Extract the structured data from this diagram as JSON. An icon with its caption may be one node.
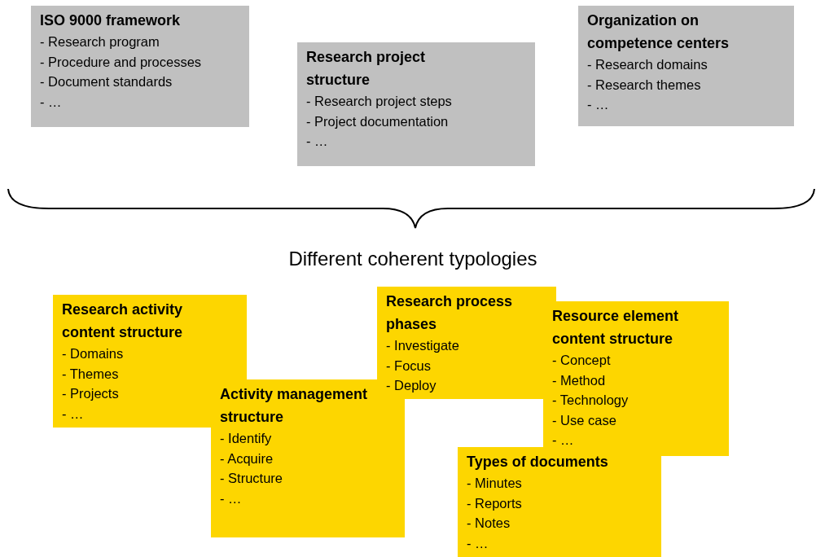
{
  "diagram": {
    "nodes": [
      {
        "text": [
          "ISO 9000 framework",
          "- Research program",
          "- Procedure and processes",
          "- Document standards",
          "- …"
        ]
      },
      {
        "text": [
          "Research project structure",
          "- Research project steps",
          "- Project documentation",
          "- …"
        ]
      },
      {
        "text": [
          "Organization on competence centers",
          "- Research domains",
          "- Research themes",
          "- …"
        ]
      },
      {
        "text": [
          "Research activity content structure",
          "- Domains",
          "- Themes",
          "- Projects",
          "- …"
        ]
      },
      {
        "text": [
          "Research process phases",
          "- Investigate",
          "- Focus",
          "- Deploy"
        ]
      },
      {
        "text": [
          "Resource element content structure",
          "- Concept",
          "- Method",
          "- Technology",
          "- Use case",
          "- …"
        ]
      },
      {
        "text": [
          "Activity management structure",
          "- Identify",
          "- Acquire",
          "- Structure",
          "- …"
        ]
      },
      {
        "text": [
          "Types of documents",
          "- Minutes",
          "- Reports",
          "- Notes",
          "- …"
        ]
      }
    ],
    "edges": [],
    "labels": [
      "Different coherent typologies"
    ]
  }
}
